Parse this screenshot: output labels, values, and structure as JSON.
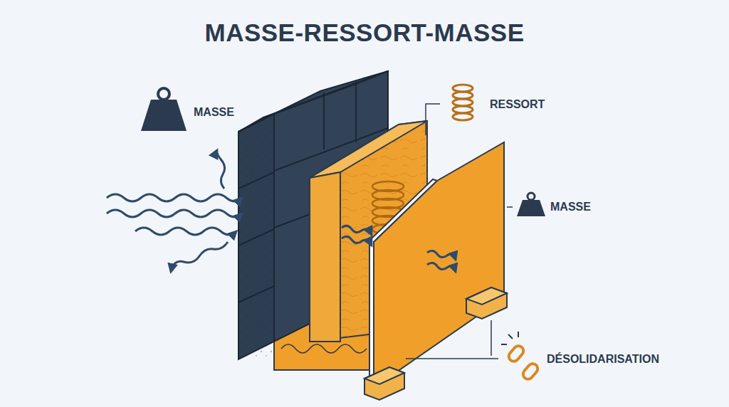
{
  "diagram": {
    "title": "MASSE-RESSORT-MASSE",
    "labels": [
      "MASSE",
      "RESSORT",
      "MASSE",
      "DÉSOLIDARISATION"
    ]
  }
}
